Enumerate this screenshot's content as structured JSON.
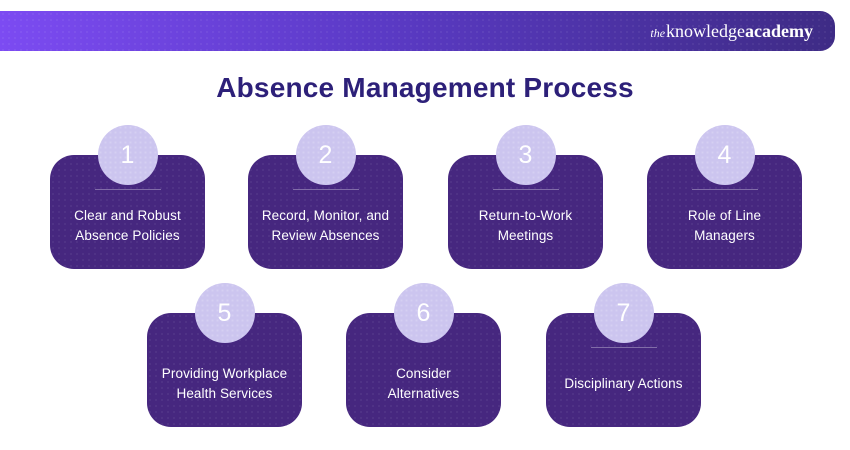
{
  "header": {
    "logo": {
      "the": "the",
      "knowledge": "knowledge",
      "academy": "academy"
    }
  },
  "title": "Absence Management Process",
  "steps": [
    {
      "number": "1",
      "title": "Clear and Robust Absence Policies"
    },
    {
      "number": "2",
      "title": "Record, Monitor, and Review Absences"
    },
    {
      "number": "3",
      "title": "Return-to-Work Meetings"
    },
    {
      "number": "4",
      "title": "Role of Line Managers"
    },
    {
      "number": "5",
      "title": "Providing Workplace Health Services"
    },
    {
      "number": "6",
      "title": "Consider Alternatives"
    },
    {
      "number": "7",
      "title": "Disciplinary Actions"
    }
  ],
  "colors": {
    "bar_gradient_start": "#7C4BF2",
    "bar_gradient_end": "#3E2B85",
    "card_background": "#46277F",
    "badge_background": "#CCC5EF",
    "title_text": "#2D2079",
    "card_text": "#FFFFFF"
  }
}
